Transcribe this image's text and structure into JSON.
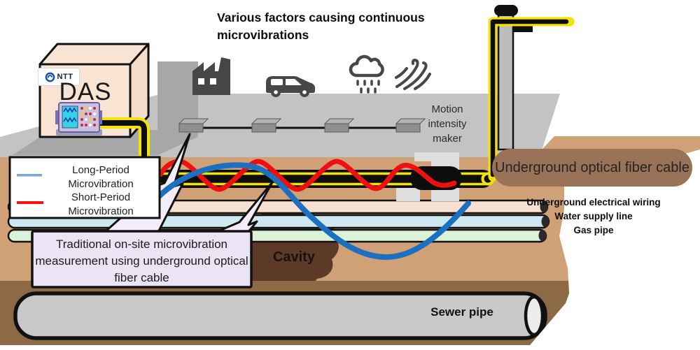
{
  "title": "Various factors causing continuous microvibrations",
  "das_unit": {
    "logo_text": "NTT",
    "label": "DAS"
  },
  "surface": {
    "marker_label": "Motion intensity maker"
  },
  "legend": {
    "items": [
      {
        "label": "Long-Period Microvibration",
        "color": "#7ba7d8"
      },
      {
        "label": "Short-Period Microvibration",
        "color": "#ff1010"
      }
    ]
  },
  "callout": {
    "text": "Traditional on-site microvibration measurement using underground optical fiber cable"
  },
  "cable_pill": {
    "label": "Underground optical fiber cable",
    "color": "#9a7257"
  },
  "utility_labels": {
    "lines": [
      "Underground electrical wiring",
      "Water supply line",
      "Gas pipe"
    ]
  },
  "underground": {
    "cavity_label": "Cavity",
    "sewer_label": "Sewer pipe"
  },
  "icons": [
    {
      "name": "factory-icon"
    },
    {
      "name": "van-icon"
    },
    {
      "name": "rain-cloud-icon"
    },
    {
      "name": "wind-icon"
    }
  ],
  "colors": {
    "surface_gray": "#c3c3c3",
    "soil_tan": "#d0a076",
    "deep_soil_brown": "#8c6a45",
    "cavity_brown": "#5d3a27",
    "cable_yellow": "#f2e400",
    "long_period_blue": "#1d6fc0",
    "short_period_red": "#ee1010",
    "pill_brown": "#9a7257",
    "bubble_lavender": "#eae4f4",
    "das_box_cream": "#f9e4d3",
    "pipe_pink": "#f7dfd2",
    "pipe_blue": "#cfe9f3",
    "pipe_green": "#dbf2d9",
    "sewer_gray": "#c9c9c9"
  }
}
